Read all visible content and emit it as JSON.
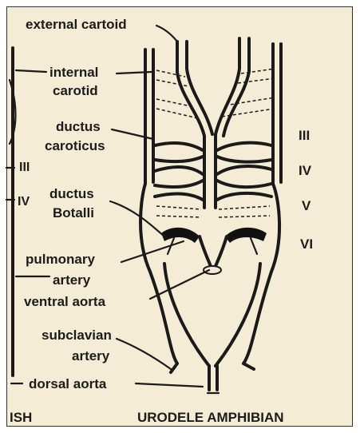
{
  "labels": {
    "external_carotid": "external cartoid",
    "internal_carotid_1": "internal",
    "internal_carotid_2": "carotid",
    "ductus_caroticus_1": "ductus",
    "ductus_caroticus_2": "caroticus",
    "fish_arch_iii": "III",
    "fish_arch_iv": "IV",
    "ductus_botalli_1": "ductus",
    "ductus_botalli_2": "Botalli",
    "pulmonary_artery_1": "pulmonary",
    "pulmonary_artery_2": "artery",
    "ventral_aorta": "ventral aorta",
    "subclavian_artery_1": "subclavian",
    "subclavian_artery_2": "artery",
    "dorsal_aorta": "dorsal aorta",
    "fish_caption": "ISH",
    "urodele_caption": "URODELE AMPHIBIAN"
  },
  "arches": {
    "iii": "III",
    "iv": "IV",
    "v": "V",
    "vi": "VI"
  },
  "colors": {
    "background": "#f5ecd5",
    "ink": "#1a1a1a"
  }
}
